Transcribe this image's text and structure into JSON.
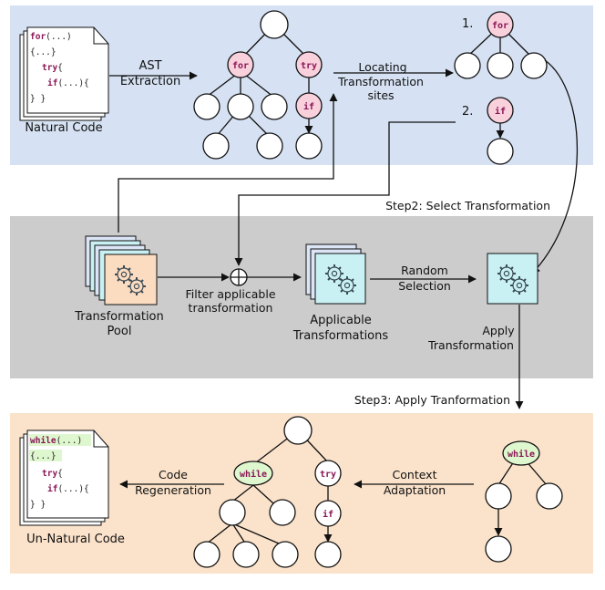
{
  "colors": {
    "top_band": "#d6e2f3",
    "middle_band": "#cccccc",
    "bottom_band": "#fbe3cb",
    "node_pink": "#f9d1dc",
    "node_green": "#dff7cf",
    "keyword": "#8a1656",
    "gear_cyan": "#c9f1f4",
    "gear_peach": "#fbdcc1"
  },
  "top": {
    "code_lines": [
      "for(...)",
      "{...}",
      "try{",
      "if(...){",
      "} }"
    ],
    "code_label": "Natural Code",
    "ast_label_1": "AST",
    "ast_label_2": "Extraction",
    "locate_label_1": "Locating",
    "locate_label_2": "Transformation",
    "locate_label_3": "sites",
    "tree_for": "for",
    "tree_try": "try",
    "tree_if": "if",
    "site1_num": "1.",
    "site1_kw": "for",
    "site2_num": "2.",
    "site2_kw": "if"
  },
  "step2_label": "Step2: Select Transformation",
  "middle": {
    "pool_label_1": "Transformation",
    "pool_label_2": "Pool",
    "filter_label_1": "Filter applicable",
    "filter_label_2": "transformation",
    "applicable_label_1": "Applicable",
    "applicable_label_2": "Transformations",
    "random_label_1": "Random",
    "random_label_2": "Selection",
    "apply_label_1": "Apply",
    "apply_label_2": "Transformation"
  },
  "step3_label": "Step3: Apply Tranformation",
  "bottom": {
    "code_lines": [
      "while(...)",
      "{...}",
      "try{",
      "if(...){",
      "} }"
    ],
    "code_label": "Un-Natural Code",
    "regen_label_1": "Code",
    "regen_label_2": "Regeneration",
    "context_label_1": "Context",
    "context_label_2": "Adaptation",
    "tree_while": "while",
    "tree_try": "try",
    "tree_if": "if",
    "site_kw": "while"
  }
}
